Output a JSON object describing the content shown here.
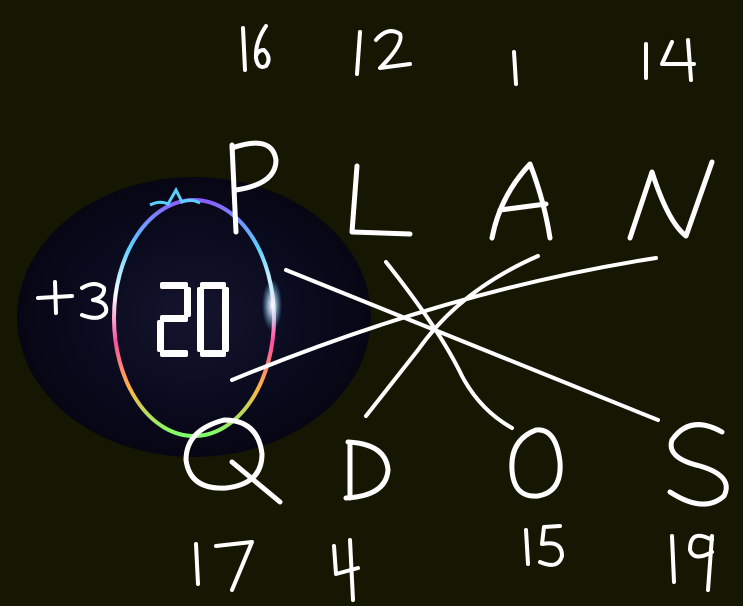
{
  "puzzle": {
    "top_numbers": [
      "16",
      "12",
      "1",
      "14"
    ],
    "top_letters": [
      "P",
      "L",
      "A",
      "N"
    ],
    "bottom_letters": [
      "Q",
      "D",
      "O",
      "S"
    ],
    "bottom_numbers": [
      "17",
      "4",
      "15",
      "19"
    ],
    "shift_label": "+3",
    "timer_value": "20",
    "mapping": [
      {
        "from": "P",
        "to": "S"
      },
      {
        "from": "L",
        "to": "O"
      },
      {
        "from": "A",
        "to": "D"
      },
      {
        "from": "N",
        "to": "Q"
      }
    ]
  },
  "colors": {
    "background": "#161703",
    "ink": "#ffffff",
    "badge_inner": "#0a0a1e",
    "ring_gradient": [
      "#8a5cff",
      "#5ad0ff",
      "#ffffff",
      "#ff4fa0",
      "#ffb347",
      "#7cff6b"
    ]
  }
}
